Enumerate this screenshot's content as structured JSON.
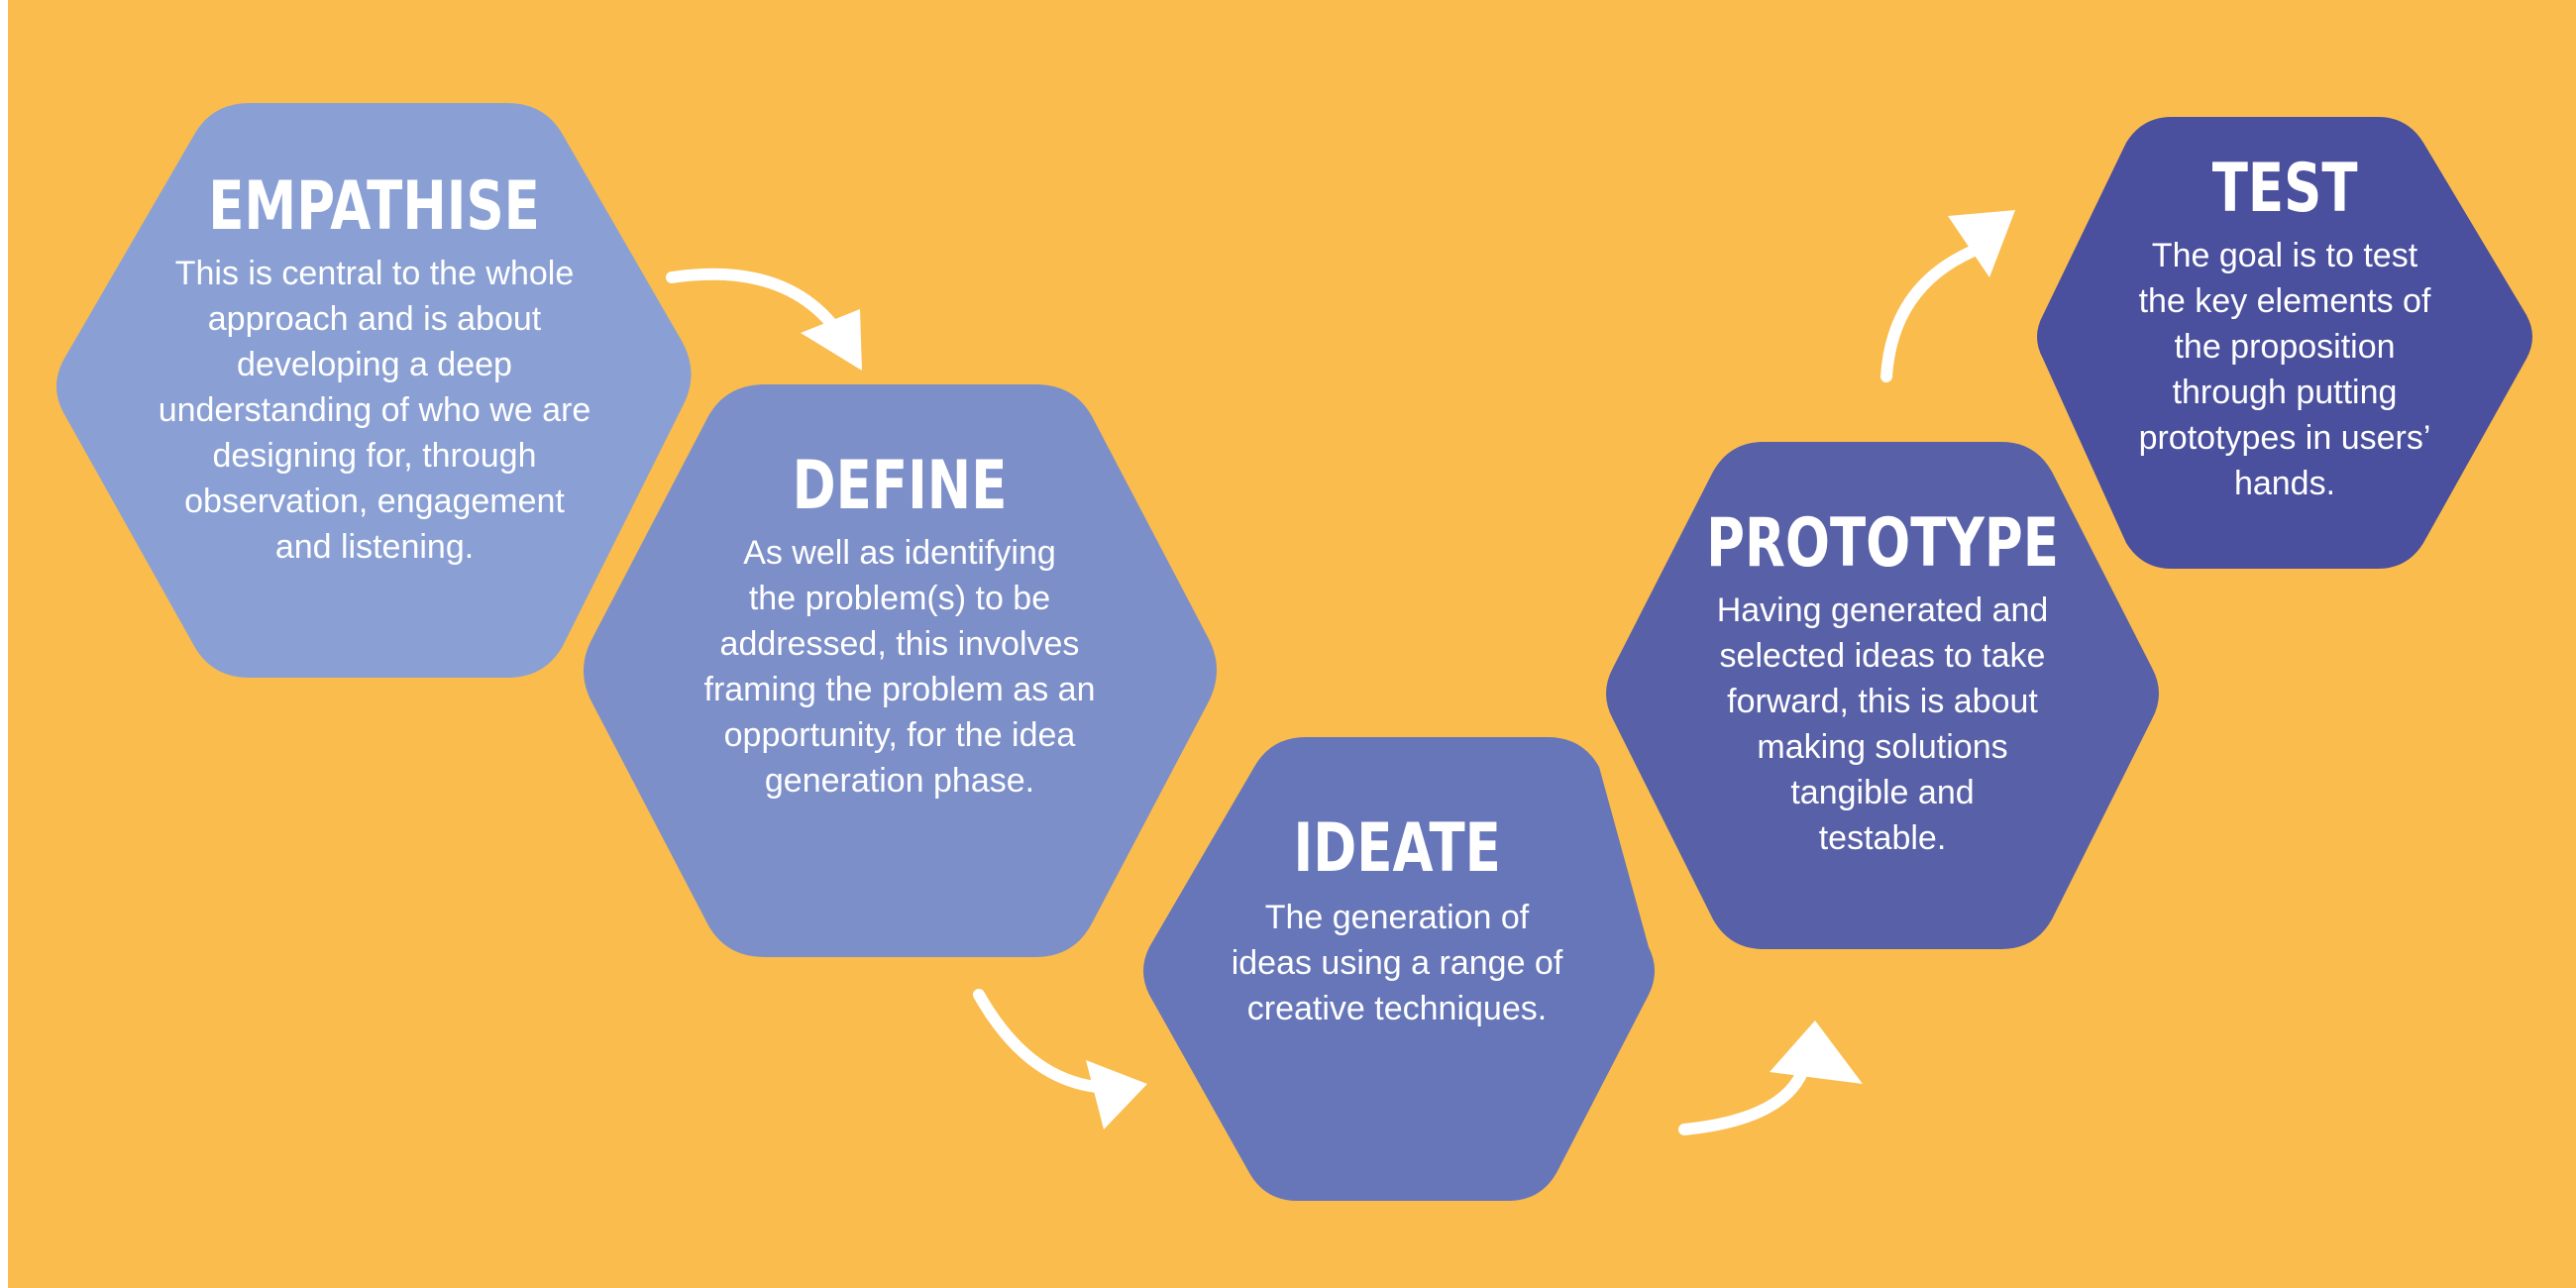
{
  "colors": {
    "background": "#F9BC4D",
    "arrow": "#FFFFFF",
    "text": "#FFFFFF"
  },
  "stages": [
    {
      "id": "empathise",
      "title": "EMPATHISE",
      "color": "#8AA0D4",
      "body_lines": [
        "This is central to the whole",
        "approach and is about",
        "developing a deep",
        "understanding of who we are",
        "designing for, through",
        "observation, engagement",
        "and listening."
      ]
    },
    {
      "id": "define",
      "title": "DEFINE",
      "color": "#7D8FC9",
      "body_lines": [
        "As well as identifying",
        "the problem(s) to be",
        "addressed, this involves",
        "framing the problem as an",
        "opportunity, for the idea",
        "generation phase."
      ]
    },
    {
      "id": "ideate",
      "title": "IDEATE",
      "color": "#6676B9",
      "body_lines": [
        "The generation of",
        "ideas using a range of",
        "creative techniques."
      ]
    },
    {
      "id": "prototype",
      "title": "PROTOTYPE",
      "color": "#5860A8",
      "body_lines": [
        "Having generated and",
        "selected ideas to take",
        "forward, this is about",
        "making solutions",
        "tangible and",
        "testable."
      ]
    },
    {
      "id": "test",
      "title": "TEST",
      "color": "#4A4F9E",
      "body_lines": [
        "The goal is to test",
        "the key elements of",
        "the proposition",
        "through putting",
        "prototypes in users’",
        "hands."
      ]
    }
  ]
}
